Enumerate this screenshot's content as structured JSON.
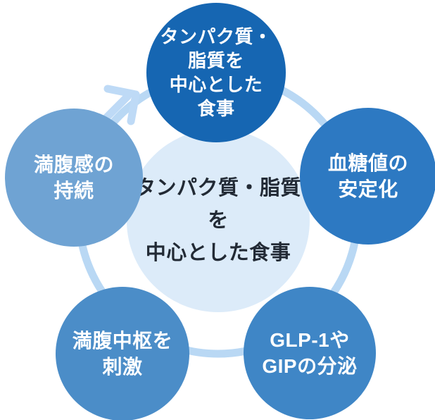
{
  "diagram": {
    "title_center": "protein-fat-centered-meal-cycle",
    "hub": {
      "lines": [
        "タンパク質・脂質を",
        "中心とした食事"
      ],
      "fill": "#dcebf9",
      "text_color": "#222a35"
    },
    "nodes": [
      {
        "id": "top",
        "lines": [
          "タンパク質・",
          "脂質を",
          "中心とした",
          "食事"
        ],
        "fill": "#1666b2"
      },
      {
        "id": "right",
        "lines": [
          "血糖値の",
          "安定化"
        ],
        "fill": "#2d79c2"
      },
      {
        "id": "bottom-right",
        "lines": [
          "GLP-1や",
          "GIPの分泌"
        ],
        "fill": "#3f86c6"
      },
      {
        "id": "bottom-left",
        "lines": [
          "満腹中枢を",
          "刺激"
        ],
        "fill": "#4b8dc8"
      },
      {
        "id": "left",
        "lines": [
          "満腹感の",
          "持続"
        ],
        "fill": "#6fa3d3"
      }
    ],
    "ring_color": "#b9d8f4",
    "arrow_color": "#bedaf6",
    "icons": {
      "cycle_arrow": "cycle-arrow-icon (clockwise arrow pointing up-right toward top node)"
    }
  }
}
